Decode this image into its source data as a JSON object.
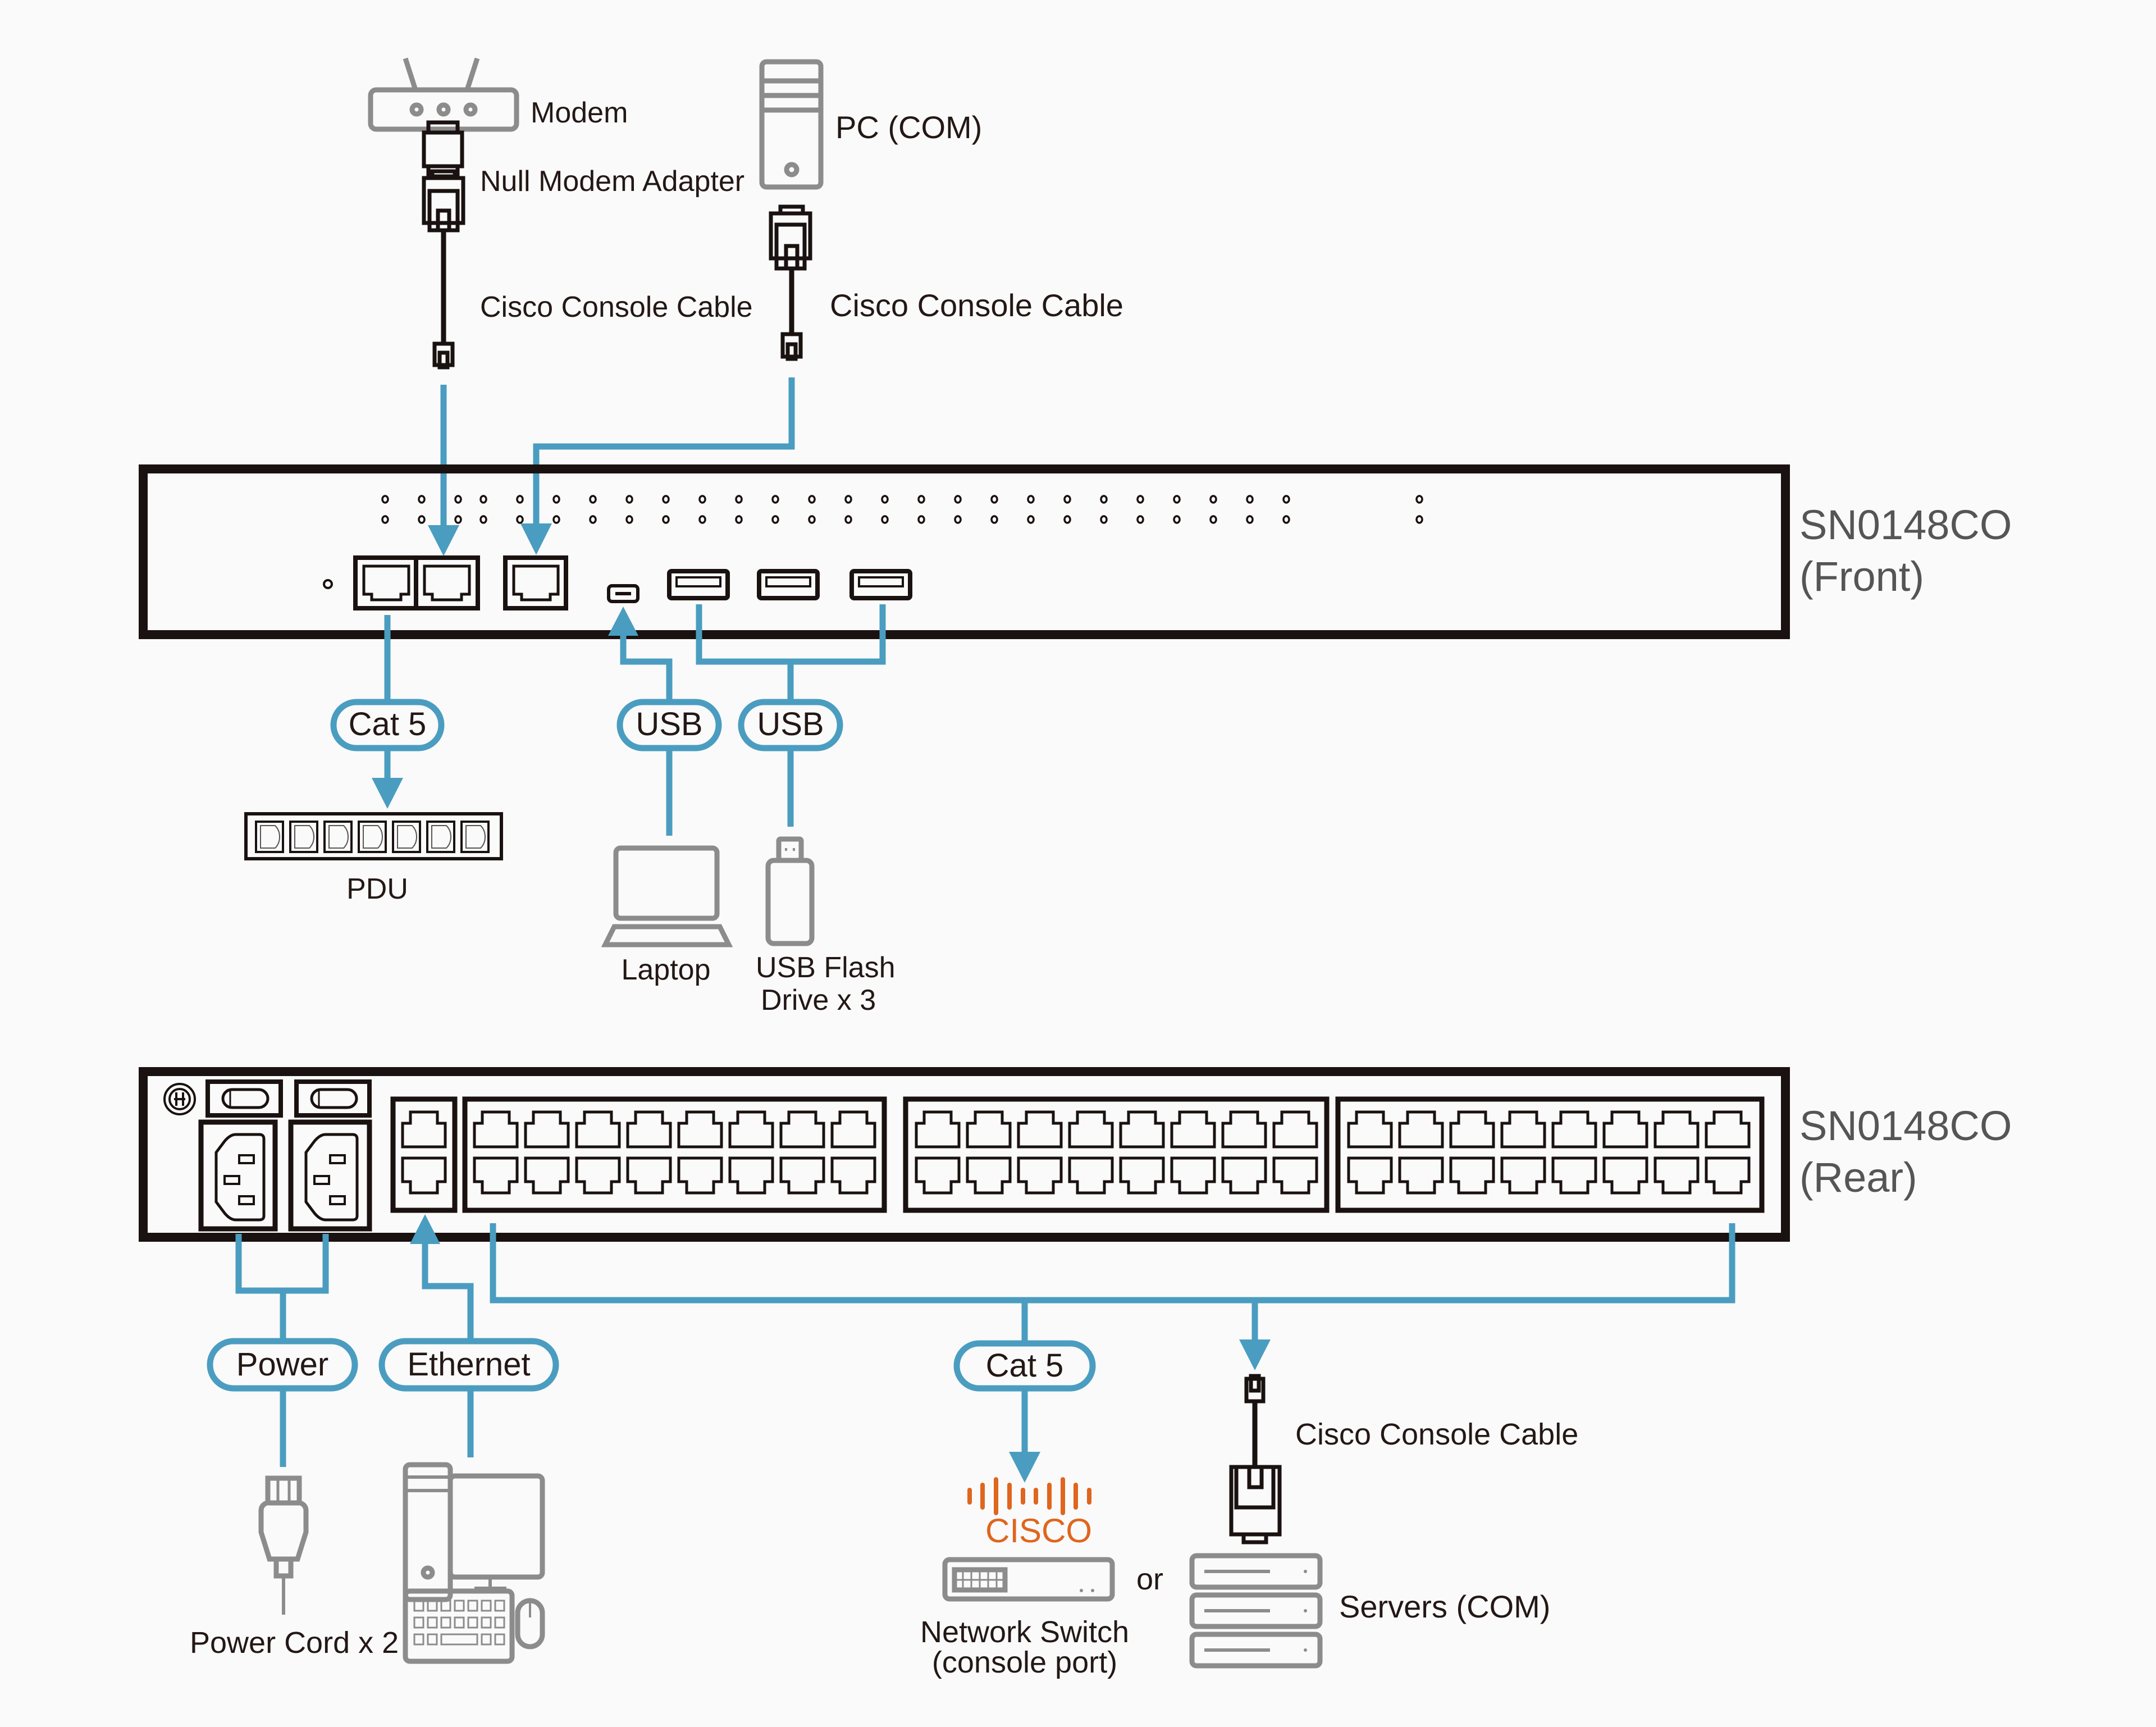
{
  "colors": {
    "background": "#fafafa",
    "cable": "#4a9dc0",
    "device_outline": "#1a1210",
    "peripheral_outline": "#8c8c8c",
    "model_text": "#555555",
    "cisco_brand": "#e0651e"
  },
  "front_panel": {
    "model": "SN0148CO",
    "view": "(Front)"
  },
  "rear_panel": {
    "model": "SN0148CO",
    "view": "(Rear)"
  },
  "top_devices": {
    "modem": "Modem",
    "null_modem_adapter": "Null Modem Adapter",
    "cable_left": "Cisco Console Cable",
    "pc": "PC (COM)",
    "cable_right": "Cisco Console Cable"
  },
  "front_connections": {
    "cat5_label": "Cat 5",
    "usb_laptop_label": "USB",
    "usb_flash_label": "USB",
    "pdu": "PDU",
    "laptop": "Laptop",
    "usb_flash_line1": "USB Flash",
    "usb_flash_line2": "Drive x 3"
  },
  "rear_connections": {
    "power_label": "Power",
    "ethernet_label": "Ethernet",
    "cat5_label": "Cat 5",
    "power_cord": "Power Cord x 2",
    "cisco_logo": "CISCO",
    "network_switch_line1": "Network Switch",
    "network_switch_line2": "(console port)",
    "or": "or",
    "cisco_console_cable": "Cisco Console Cable",
    "servers": "Servers (COM)"
  },
  "icons": [
    "modem-icon",
    "null-modem-adapter-icon",
    "db9-connector-icon",
    "rj45-plug-icon",
    "pc-tower-icon",
    "pdu-icon",
    "laptop-icon",
    "usb-flash-drive-icon",
    "power-plug-icon",
    "desktop-computer-icon",
    "cisco-logo-icon",
    "network-switch-icon",
    "server-stack-icon",
    "ground-icon",
    "power-switch-icon",
    "power-inlet-icon",
    "rj45-port-icon",
    "usb-port-icon",
    "mini-usb-port-icon"
  ]
}
